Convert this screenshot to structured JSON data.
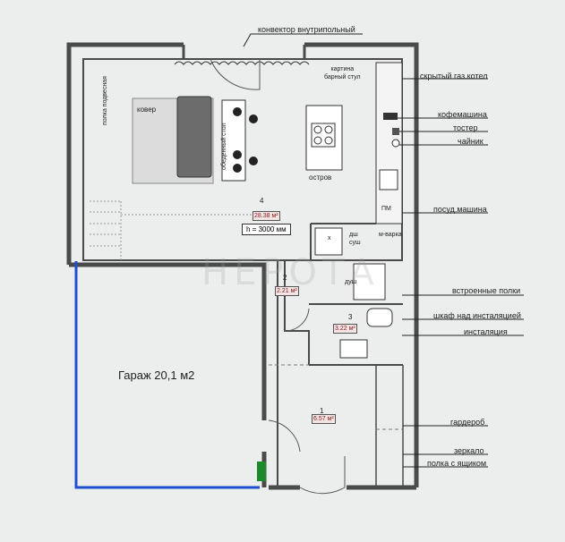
{
  "labels": {
    "convector": "конвектор внутрипольный",
    "hidden_boiler": "скрытый газ.котел",
    "coffee_machine": "кофемашина",
    "toaster": "тостер",
    "kettle": "чайник",
    "dishwasher": "посуд.машина",
    "built_in_shelves": "встроенные полки",
    "cabinet_over_installation": "шкаф над инсталяцией",
    "installation": "инсталяция",
    "wardrobe": "гардероб",
    "mirror": "зеркало",
    "shelf_with_drawer": "полка с ящиком",
    "picture_bar_stool": "картина\nбарный стул",
    "carpet": "ковер",
    "dining_table": "обеденный стол",
    "island": "остров",
    "hanging_shelf": "полка подвесная",
    "shower": "душ",
    "shower_dryer": "дш\nсуш",
    "microwave": "м-варка",
    "pm": "ПМ",
    "wm": "х"
  },
  "rooms": [
    {
      "number": "4",
      "area": "28.38 м²"
    },
    {
      "number": "2",
      "area": "2.21 м²"
    },
    {
      "number": "3",
      "area": "3.22 м²"
    },
    {
      "number": "1",
      "area": "6.57 м²"
    }
  ],
  "ceiling_height": "h = 3000 мм",
  "garage": "Гараж 20,1 м2",
  "watermark": "НЕРОТА",
  "colors": {
    "wall": "#4a4a4a",
    "garage_outline": "#1f4fd1",
    "leader": "#222222",
    "door_handle": "#1a8a2a"
  }
}
